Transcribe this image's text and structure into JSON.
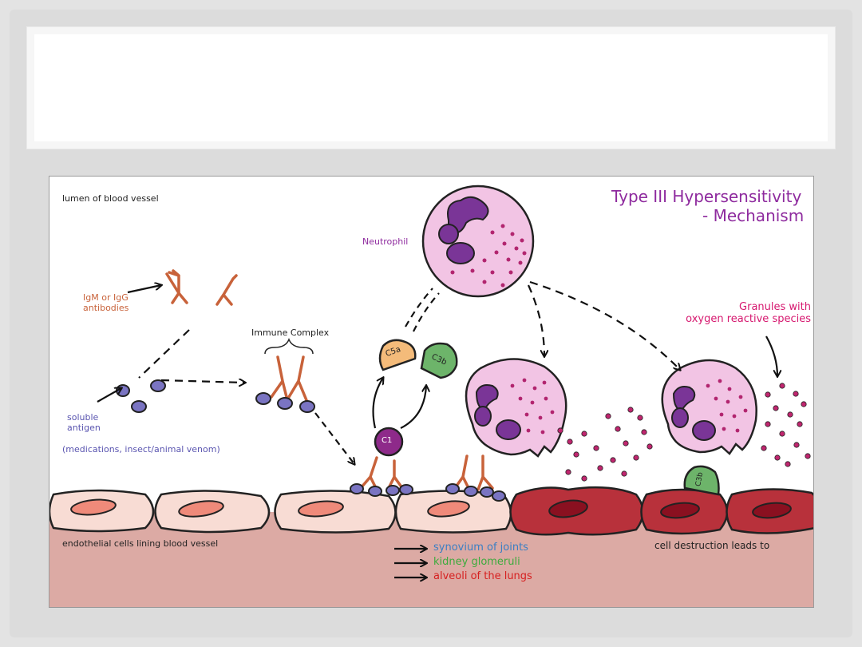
{
  "diagram": {
    "title_line1": "Type III Hypersensitivity",
    "title_line2": "- Mechanism",
    "lumen_label": "lumen of blood vessel",
    "neutrophil_label": "Neutrophil",
    "antibody_label": "IgM or IgG\nantibodies",
    "immune_complex_label": "Immune Complex",
    "antigen_label": "soluble\nantigen",
    "antigen_examples": "(medications, insect/animal venom)",
    "granules_label": "Granules with\noxygen reactive species",
    "c5a_label": "C5a",
    "c3b_label": "C3b",
    "c1_label": "C1",
    "c3b_bound_label": "C3b",
    "endothelial_label": "endothelial cells lining blood vessel",
    "destruction_label": "cell destruction leads to",
    "targets": [
      {
        "text": "synovium of joints",
        "color": "#3a7fc4"
      },
      {
        "text": "kidney glomeruli",
        "color": "#3dab3d"
      },
      {
        "text": "alveoli of the lungs",
        "color": "#d62020"
      }
    ],
    "colors": {
      "title": "#8e2a9e",
      "antibody": "#c8623a",
      "antigen": "#7a74c2",
      "neutrophil_cytoplasm": "#f2c4e4",
      "nucleus": "#7a3597",
      "granule": "#b2256f",
      "healthy_cell": "#f8dcd4",
      "damaged_cell": "#b8313b",
      "tissue": "#dcaaa4",
      "c5a": "#f4bb7a",
      "c3b": "#6db46a"
    }
  }
}
